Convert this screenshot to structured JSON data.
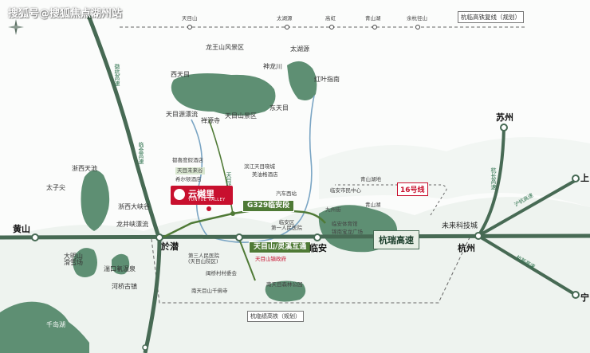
{
  "watermark": "搜狐号@搜狐焦点湖州站",
  "project": {
    "name": "云樾里",
    "sub": "YUNYUE VALLEY"
  },
  "roads": {
    "g329": "G329临安段",
    "tianmushan_road": "天目山/灵溪互通",
    "hangrui": "杭瑞高速",
    "hanglin_rail": "杭临高铁复线（规划）",
    "hanglinji_rail": "杭临绩高铁（规划）",
    "metro16": "16号线",
    "tianmu_line": "天目线"
  },
  "rail_stops_top": [
    "天目山",
    "太湖源",
    "高虹",
    "青山湖",
    "余杭径山"
  ],
  "highway_labels": {
    "suihui": "徽杭高速",
    "linjin": "临金高速",
    "hangchang": "杭长高速",
    "huhang": "沪杭高速",
    "hangxin": "杭新高速"
  },
  "cities": {
    "huangshan": "黄山",
    "yuqian": "於潜",
    "linan": "临安",
    "hangzhou": "杭州",
    "suzhou": "苏州",
    "shang": "上",
    "ning": "宁",
    "future_tech": "未来科技城"
  },
  "places": {
    "longwang": "龙王山风景区",
    "taihuyuan": "太湖源",
    "shenlongchuan": "神龙川",
    "hongye": "红叶指南",
    "xitianmu": "西天目",
    "dongtianmu": "东天目",
    "chanyuan": "禅源寺",
    "tianmushan_scenic": "天目山景区",
    "tianmuyuan": "天目源漂流",
    "dujia": "都喜度假酒店",
    "tianmu_wg": "天目未来谷",
    "xierton": "希尔顿酒店",
    "binjiang": "滨江天目晓城",
    "meiyou": "美油格酒店",
    "zhexi_tianchi": "浙西天池",
    "taizijian": "太子尖",
    "zhexi_daxia": "浙西大峡谷",
    "longsheng": "龙井峡漂流",
    "daming": "大明山\n滑雪场",
    "huikou": "湍口氡温泉",
    "heqiao": "河桥古镇",
    "qiandaohu": "千岛湖",
    "third_hospital": "第三人民医院\n(天目山院区)",
    "tianmushan_gov": "天目山镇政府",
    "minghe": "闽桥村村委会",
    "qianfo": "南天目山千佛寺",
    "nantianmu": "南天目森林公园",
    "bus": "汽车西站",
    "linan_gov": "临安市民中心",
    "jiuzhou": "九州街",
    "qingshan_wetland": "青山湖地",
    "qingshan_lake": "青山湖",
    "tiyu": "临安体育馆",
    "jinlong": "锦南宝龙广场",
    "first_hospital": "临安区\n第一人民医院"
  },
  "colors": {
    "water": "#5e8f73",
    "road_main": "#4f7a36",
    "highway": "#476a54",
    "project": "#c8102e"
  }
}
